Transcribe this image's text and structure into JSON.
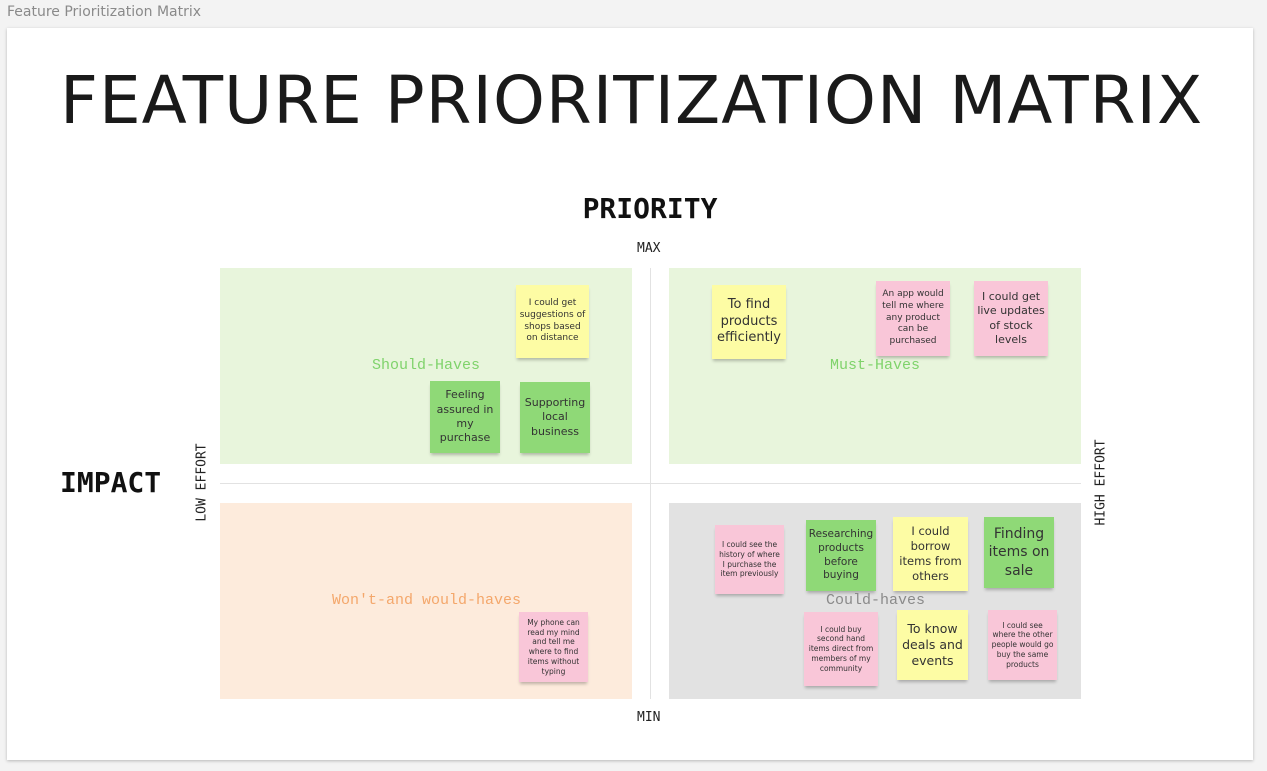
{
  "window": {
    "title": "Feature Prioritization Matrix"
  },
  "board": {
    "title": "FEATURE PRIORITIZATION MATRIX",
    "axis": {
      "vertical_title": "PRIORITY",
      "horizontal_title": "IMPACT",
      "top": "MAX",
      "bottom": "MIN",
      "left": "LOW EFFORT",
      "right": "HIGH EFFORT"
    },
    "quadrants": {
      "should": {
        "label": "Should-Haves",
        "color": "#e8f5dc",
        "label_color": "#7fd36b"
      },
      "must": {
        "label": "Must-Haves",
        "color": "#e8f5dc",
        "label_color": "#7fd36b"
      },
      "wont": {
        "label": "Won't-and would-haves",
        "color": "#fdebdc",
        "label_color": "#f4a76b"
      },
      "could": {
        "label": "Could-haves",
        "color": "#e2e2e2",
        "label_color": "#8a8a8a"
      }
    },
    "notes": [
      {
        "text": "I could get suggestions of shops based on distance",
        "color": "yellow"
      },
      {
        "text": "Feeling assured in my purchase",
        "color": "green"
      },
      {
        "text": "Supporting local business",
        "color": "green"
      },
      {
        "text": "To find products efficiently",
        "color": "yellow"
      },
      {
        "text": "An app would tell me where any product can be purchased",
        "color": "pink"
      },
      {
        "text": "I could get live updates of stock levels",
        "color": "pink"
      },
      {
        "text": "My phone can read my mind and tell me where to find items without typing",
        "color": "pink"
      },
      {
        "text": "I could see the history of where I purchase the item previously",
        "color": "pink"
      },
      {
        "text": "Researching products before buying",
        "color": "green"
      },
      {
        "text": "I could borrow items from others",
        "color": "yellow"
      },
      {
        "text": "Finding items on sale",
        "color": "green"
      },
      {
        "text": "I could buy second hand items direct from members of my community",
        "color": "pink"
      },
      {
        "text": "To know deals and events",
        "color": "yellow"
      },
      {
        "text": "I could see where the other people would go buy the same products",
        "color": "pink"
      }
    ]
  }
}
